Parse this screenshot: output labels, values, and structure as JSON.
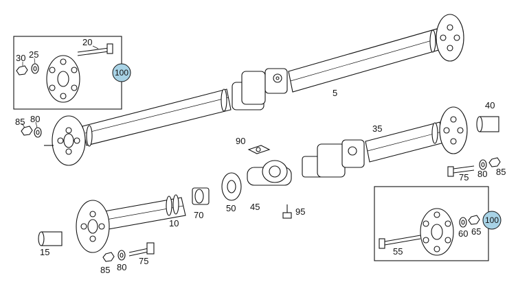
{
  "diagram": {
    "badge_color": "#a8d3e6",
    "labels": {
      "p5": "5",
      "p10": "10",
      "p15": "15",
      "p20": "20",
      "p25": "25",
      "p30": "30",
      "p35": "35",
      "p40": "40",
      "p45": "45",
      "p50": "50",
      "p55": "55",
      "p60": "60",
      "p65": "65",
      "p70": "70",
      "p75a": "75",
      "p75b": "75",
      "p80a": "80",
      "p80b": "80",
      "p80c": "80",
      "p85a": "85",
      "p85b": "85",
      "p85c": "85",
      "p90": "90",
      "p95": "95",
      "badge_left": "100",
      "badge_right": "100"
    }
  }
}
